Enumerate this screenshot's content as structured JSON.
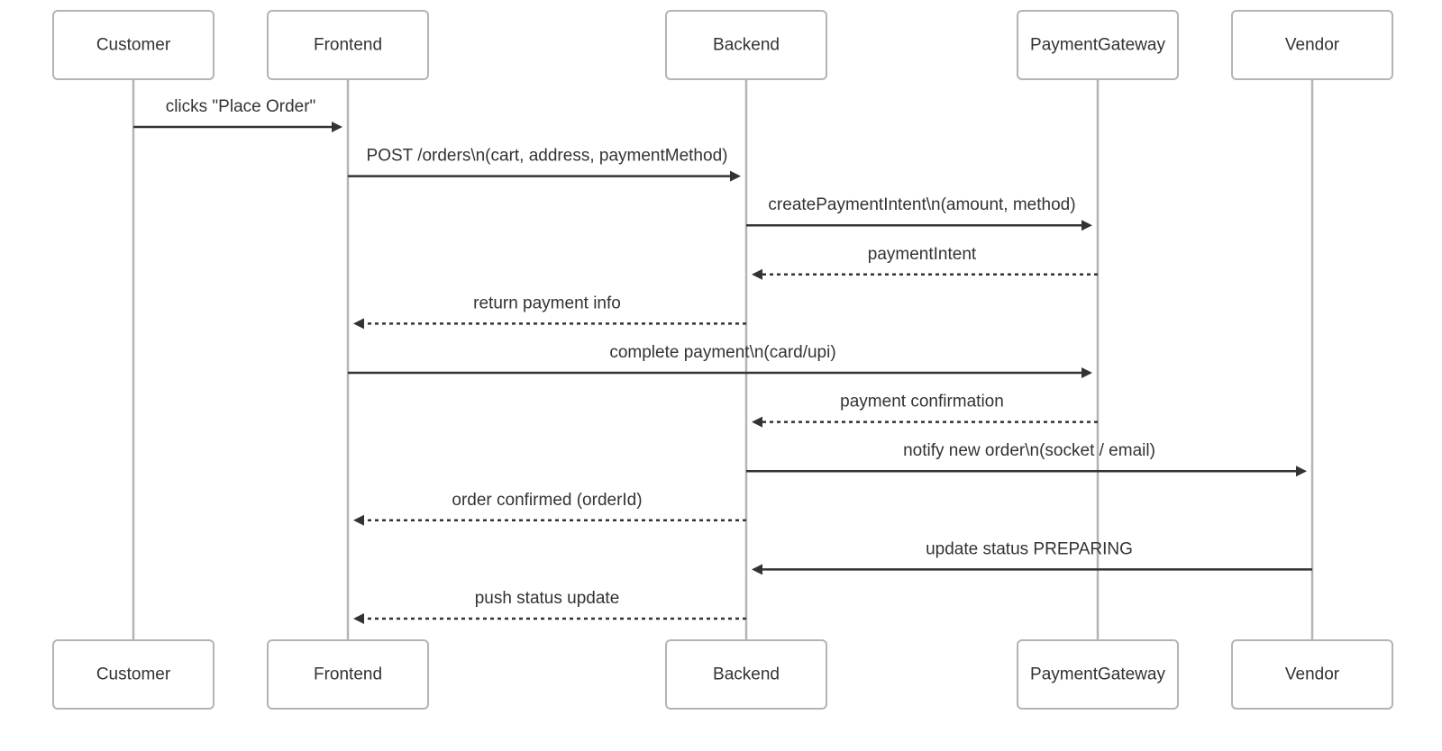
{
  "participants": [
    {
      "id": "customer",
      "label": "Customer"
    },
    {
      "id": "frontend",
      "label": "Frontend"
    },
    {
      "id": "backend",
      "label": "Backend"
    },
    {
      "id": "paymentgateway",
      "label": "PaymentGateway"
    },
    {
      "id": "vendor",
      "label": "Vendor"
    }
  ],
  "messages": [
    {
      "from": "customer",
      "to": "frontend",
      "label": "clicks \"Place Order\"",
      "style": "solid"
    },
    {
      "from": "frontend",
      "to": "backend",
      "label": "POST /orders\\n(cart, address, paymentMethod)",
      "style": "solid"
    },
    {
      "from": "backend",
      "to": "paymentgateway",
      "label": "createPaymentIntent\\n(amount, method)",
      "style": "solid"
    },
    {
      "from": "paymentgateway",
      "to": "backend",
      "label": "paymentIntent",
      "style": "dashed"
    },
    {
      "from": "backend",
      "to": "frontend",
      "label": "return payment info",
      "style": "dashed"
    },
    {
      "from": "frontend",
      "to": "paymentgateway",
      "label": "complete payment\\n(card/upi)",
      "style": "solid"
    },
    {
      "from": "paymentgateway",
      "to": "backend",
      "label": "payment confirmation",
      "style": "dashed"
    },
    {
      "from": "backend",
      "to": "vendor",
      "label": "notify new order\\n(socket / email)",
      "style": "solid"
    },
    {
      "from": "backend",
      "to": "frontend",
      "label": "order confirmed (orderId)",
      "style": "dashed"
    },
    {
      "from": "vendor",
      "to": "backend",
      "label": "update status PREPARING",
      "style": "solid"
    },
    {
      "from": "backend",
      "to": "frontend",
      "label": "push status update",
      "style": "dashed"
    }
  ],
  "colors": {
    "box_border": "#b4b4b4",
    "lifeline": "#b4b4b4",
    "line": "#333333",
    "text": "#333333",
    "background": "#ffffff"
  }
}
